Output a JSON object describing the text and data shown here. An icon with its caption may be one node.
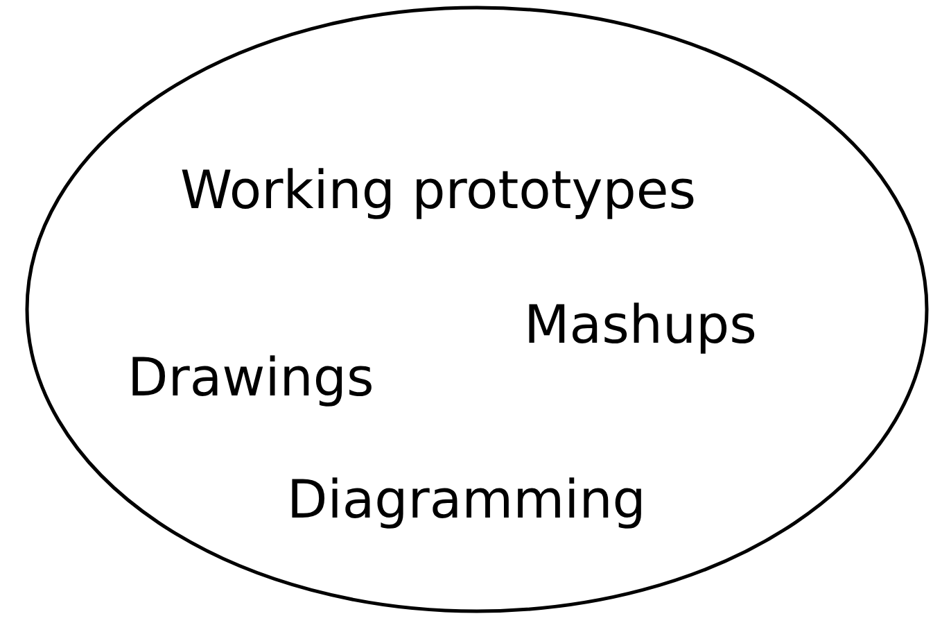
{
  "diagram": {
    "nodes": [
      {
        "text": [
          "Working prototypes",
          "Mashups",
          "Drawings",
          "Diagramming"
        ]
      }
    ]
  }
}
